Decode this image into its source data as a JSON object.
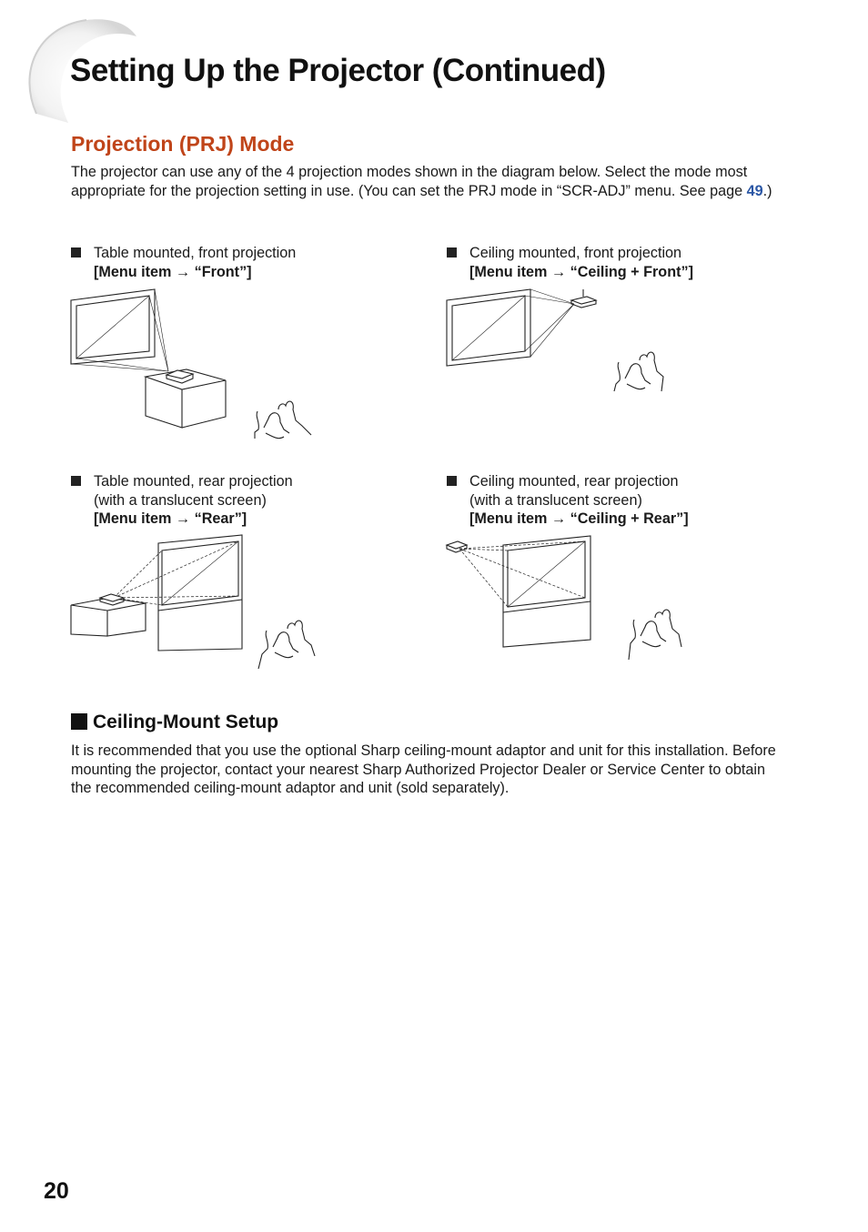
{
  "page_title": "Setting Up the Projector (Continued)",
  "section": {
    "title": "Projection (PRJ) Mode",
    "intro_before_link": "The projector can use any of the 4 projection modes shown in the diagram below. Select the mode most appropriate for the projection setting in use.  (You can set the PRJ mode in “SCR-ADJ” menu. See page ",
    "intro_link": "49",
    "intro_after_link": ".)"
  },
  "modes": [
    {
      "line1": "Table mounted, front projection",
      "line2": "",
      "menu": "[Menu item → “Front”]"
    },
    {
      "line1": "Ceiling mounted, front projection",
      "line2": "",
      "menu": "[Menu item → “Ceiling + Front”]"
    },
    {
      "line1": "Table mounted, rear projection",
      "line2": "(with a translucent screen)",
      "menu": "[Menu item → “Rear”]"
    },
    {
      "line1": "Ceiling mounted, rear projection",
      "line2": "(with a translucent screen)",
      "menu": "[Menu item → “Ceiling + Rear”]"
    }
  ],
  "ceiling_mount": {
    "heading": "Ceiling-Mount Setup",
    "text": "It is recommended that you use the optional Sharp ceiling-mount adaptor and unit for this installation. Before mounting the projector, contact your nearest Sharp Authorized Projector Dealer or Service Center to obtain the recommended ceiling-mount adaptor and unit (sold separately)."
  },
  "page_number": "20",
  "colors": {
    "section_title": "#c0451a",
    "link": "#2b57a5"
  }
}
